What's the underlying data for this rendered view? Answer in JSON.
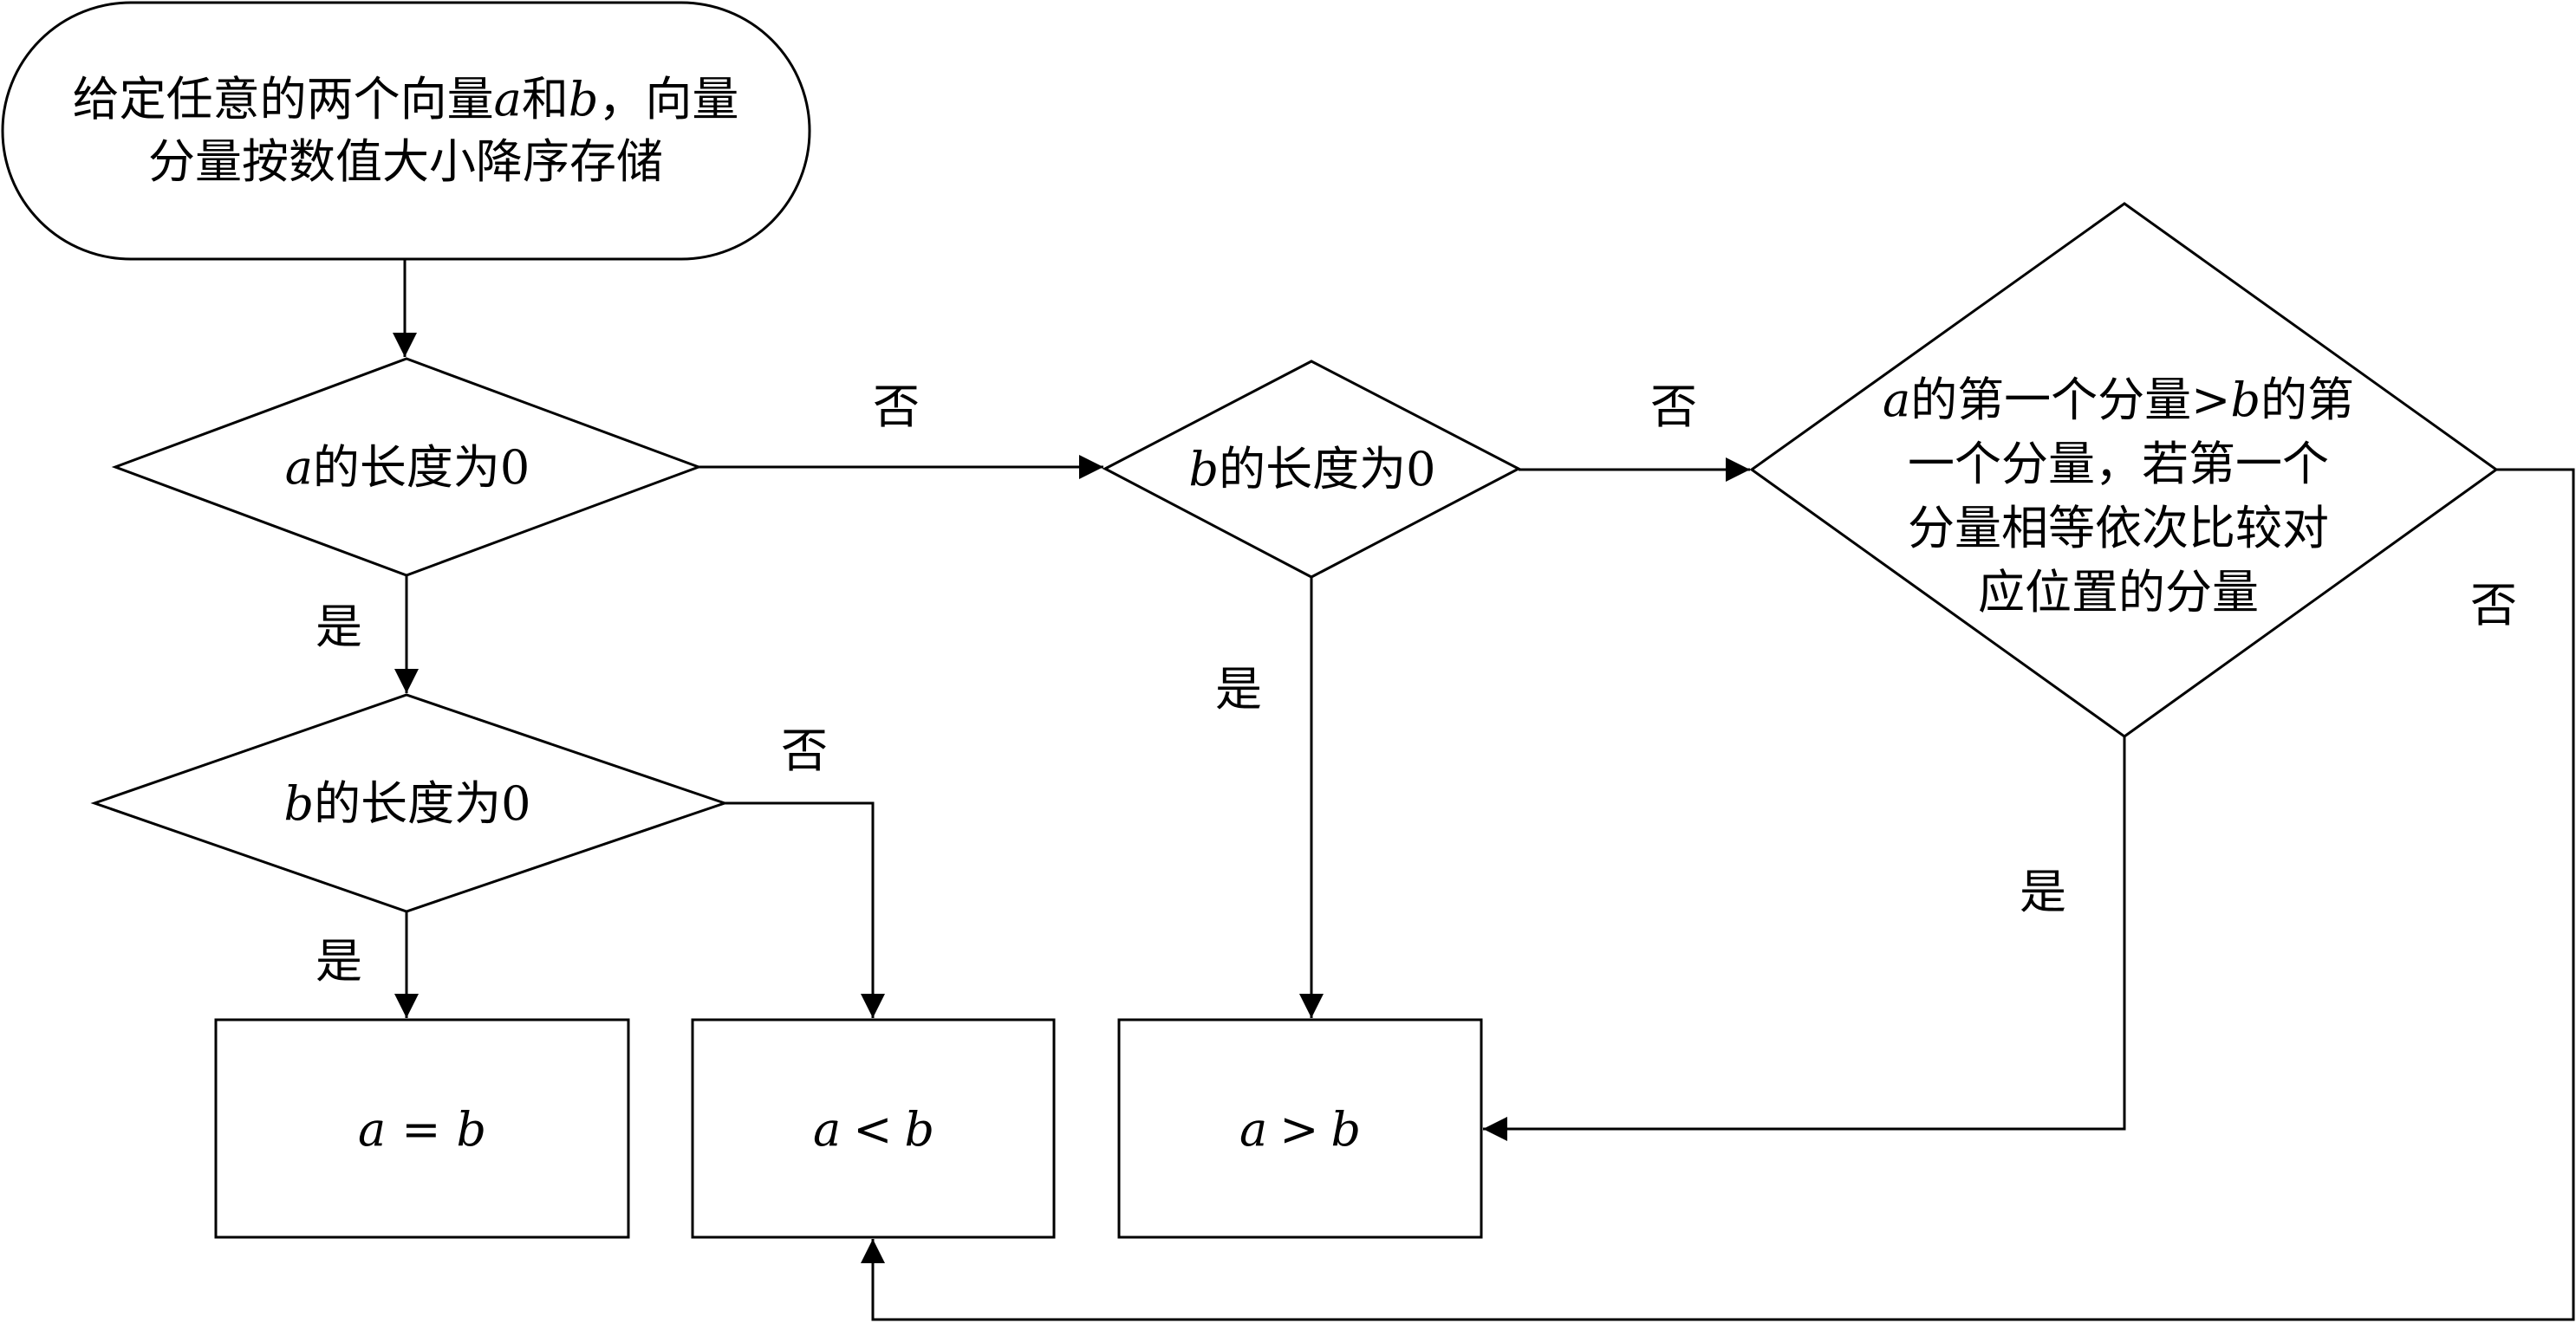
{
  "nodes": {
    "start": {
      "line1_pre": "给定任意的两个向量",
      "var_a": "a",
      "mid": "和",
      "var_b": "b",
      "line1_post": "，向量",
      "line2": "分量按数值大小降序存储"
    },
    "dec_a_zero": {
      "var": "a",
      "text": "的长度为0"
    },
    "dec_b_zero_top": {
      "var": "b",
      "text": "的长度为0"
    },
    "dec_b_zero_left": {
      "var": "b",
      "text": "的长度为0"
    },
    "dec_compare": {
      "var_a": "a",
      "line1_mid": "的第一个分量>",
      "var_b": "b",
      "line1_post": "的第",
      "line2": "一个分量，若第一个",
      "line3": "分量相等依次比较对",
      "line4": "应位置的分量"
    },
    "res_equal": {
      "left": "a",
      "op": "=",
      "right": "b"
    },
    "res_less": {
      "left": "a",
      "op": "<",
      "right": "b"
    },
    "res_greater": {
      "left": "a",
      "op": ">",
      "right": "b"
    }
  },
  "edge_labels": {
    "yes": "是",
    "no": "否"
  },
  "colors": {
    "stroke": "#000000",
    "fill": "#ffffff"
  }
}
